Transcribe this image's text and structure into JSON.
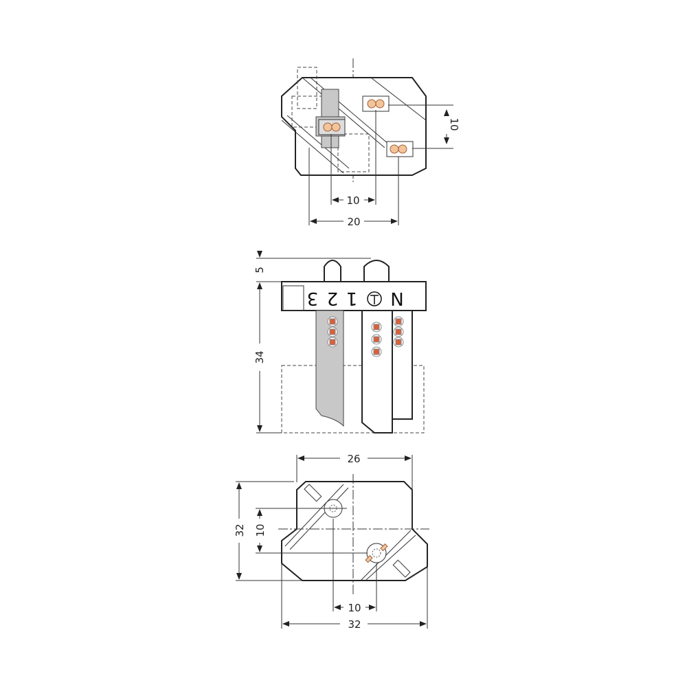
{
  "drawing": {
    "type": "technical dimension drawing",
    "views": [
      {
        "name": "top-view",
        "dimensions": {
          "vertical_pitch": "10",
          "horizontal_pitch": "10",
          "overall_width": "20"
        }
      },
      {
        "name": "front-view",
        "dimensions": {
          "top_offset": "5",
          "height": "34"
        },
        "terminal_labels": [
          "3",
          "2",
          "1",
          "⏚",
          "N"
        ]
      },
      {
        "name": "bottom-view",
        "dimensions": {
          "top_width": "26",
          "height": "32",
          "vertical_pitch": "10",
          "horizontal_pitch": "10",
          "overall_width": "32"
        }
      }
    ],
    "colors": {
      "outline": "#222222",
      "grey_fill": "#c8c8c8",
      "contact_orange": "#d9603b",
      "contact_peach": "#f3c49a"
    }
  }
}
